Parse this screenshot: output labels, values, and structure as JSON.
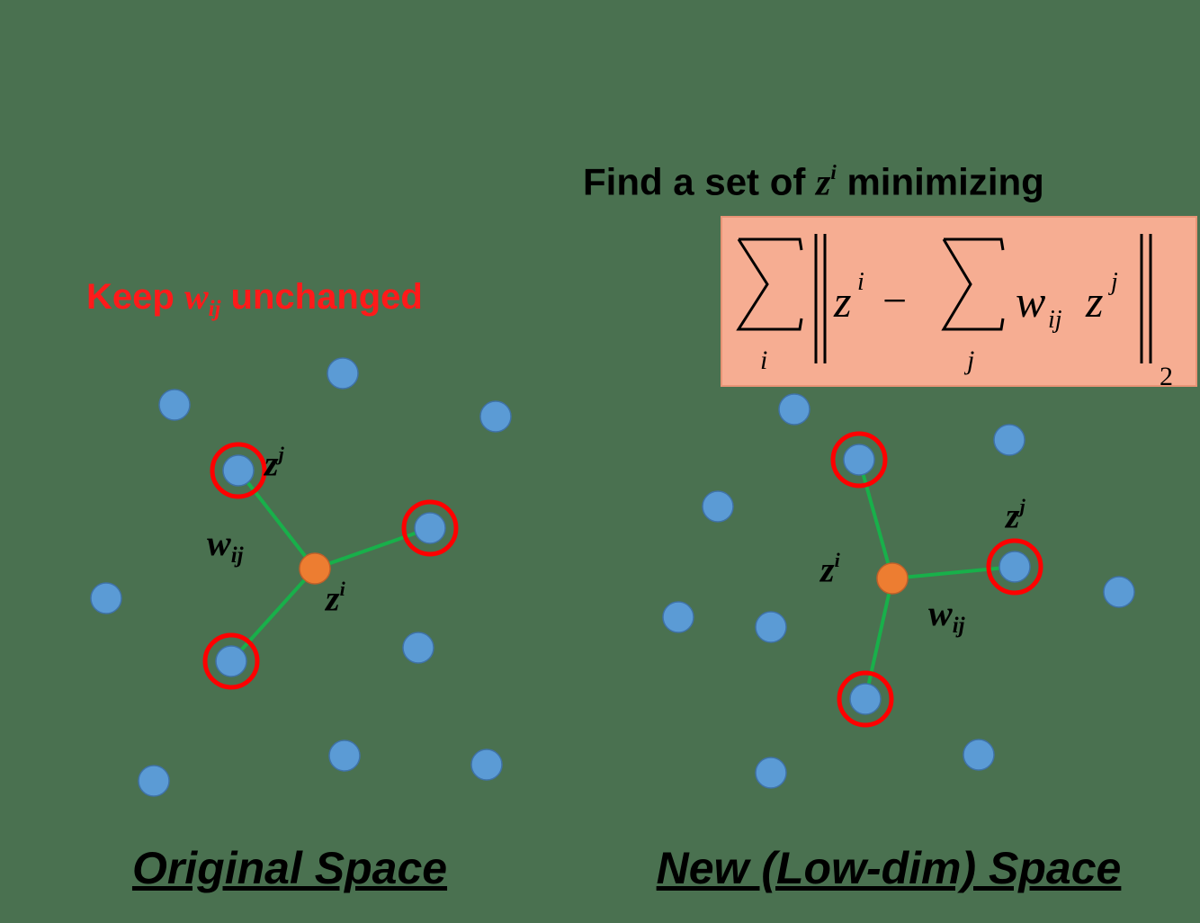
{
  "header": {
    "find_prefix": "Find a set of ",
    "find_var": "z",
    "find_var_sup": "i",
    "find_suffix": " minimizing"
  },
  "keep_label": {
    "prefix": "Keep ",
    "var": "w",
    "var_sub": "ij",
    "suffix": " unchanged"
  },
  "formula": {
    "outer_index": "i",
    "z_left": "z",
    "z_left_sup": "i",
    "minus": "−",
    "inner_index": "j",
    "w": "w",
    "w_sub": "ij",
    "z_right": "z",
    "z_right_sup": "j",
    "norm_sub": "2"
  },
  "labels": {
    "zj": "z",
    "zj_sup": "j",
    "zi": "z",
    "zi_sup": "i",
    "w": "w",
    "w_sub": "ij"
  },
  "captions": {
    "left": "Original Space",
    "right": "New (Low-dim) Space"
  },
  "colors": {
    "background": "#4a7150",
    "point": "#5b9bd5",
    "center": "#ed7d31",
    "edge": "#18b04a",
    "highlight": "#ff0000",
    "formula_bg": "#f6ad92",
    "keep_text": "#ff1a1a"
  }
}
